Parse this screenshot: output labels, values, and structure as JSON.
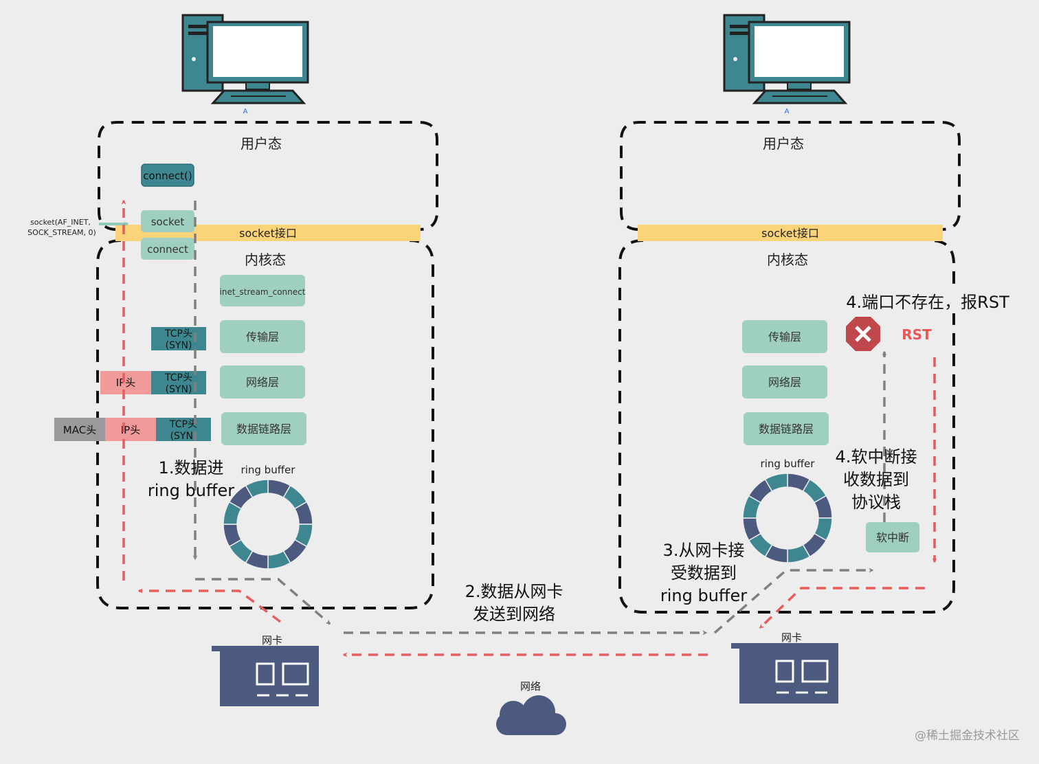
{
  "colors": {
    "background": "#ededed",
    "teal_dark": "#3f8790",
    "teal_light": "#9fcfc1",
    "salmon": "#f09a9a",
    "gray_badge": "#9a9a9a",
    "yellow": "#fbd378",
    "navy": "#4d5a80",
    "red": "#e85c5c",
    "gray_arrow": "#808080",
    "rst_red": "#ee5555"
  },
  "icons": {
    "computer": "computer-icon",
    "nic": "network-card-icon",
    "cloud": "cloud-icon",
    "error": "error-x-icon"
  },
  "left": {
    "computer_label": "A",
    "user_space": "用户态",
    "kernel_space": "内核态",
    "socket_interface": "socket接口",
    "connect_call": "connect()",
    "socket_box": "socket",
    "connect_box": "connect",
    "socket_call_line1": "socket(AF_INET,",
    "socket_call_line2": "SOCK_STREAM, 0)",
    "inet_stream_connect": "inet_stream_connect",
    "transport_layer": "传输层",
    "network_layer": "网络层",
    "datalink_layer": "数据链路层",
    "tcp_header_line1": "TCP头",
    "tcp_header_line2": "(SYN)",
    "ip_header": "IP头",
    "mac_header": "MAC头",
    "step1_line1": "1.数据进",
    "step1_line2": "ring buffer",
    "ring_buffer": "ring buffer",
    "nic_label": "网卡"
  },
  "right": {
    "computer_label": "A",
    "user_space": "用户态",
    "kernel_space": "内核态",
    "socket_interface": "socket接口",
    "transport_layer": "传输层",
    "network_layer": "网络层",
    "datalink_layer": "数据链路层",
    "ring_buffer": "ring buffer",
    "softirq": "软中断",
    "rst": "RST",
    "step4a": "4.端口不存在，报RST",
    "step4b_line1": "4.软中断接",
    "step4b_line2": "收数据到",
    "step4b_line3": "协议栈",
    "step3_line1": "3.从网卡接",
    "step3_line2": "受数据到",
    "step3_line3": "ring buffer",
    "nic_label": "网卡"
  },
  "middle": {
    "step2_line1": "2.数据从网卡",
    "step2_line2": "发送到网络",
    "network": "网络"
  },
  "watermark": "@稀土掘金技术社区"
}
